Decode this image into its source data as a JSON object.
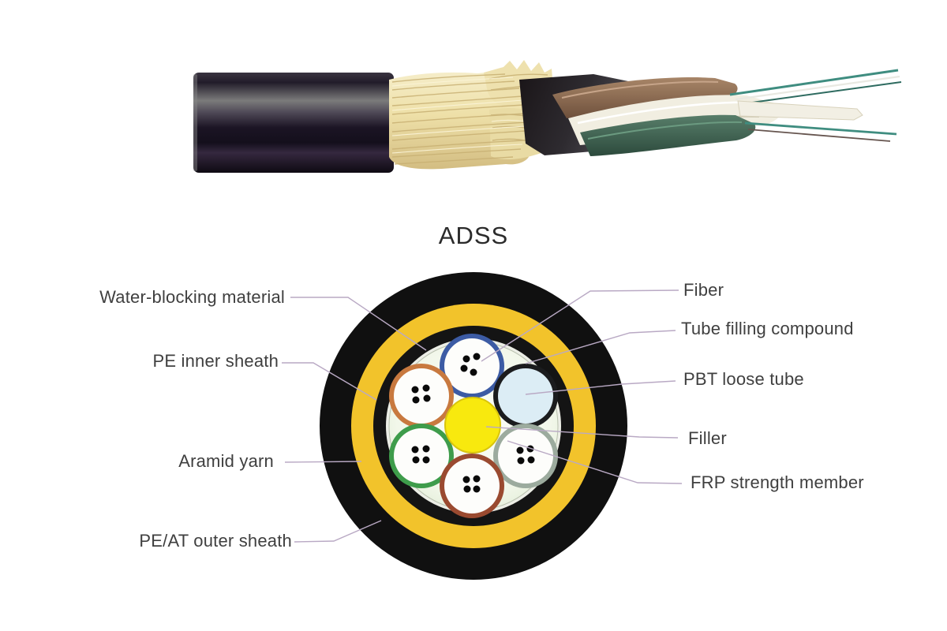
{
  "title": "ADSS",
  "diagram": {
    "title": "ADSS",
    "labels_left": [
      {
        "text": "Water-blocking material"
      },
      {
        "text": "PE inner sheath"
      },
      {
        "text": "Aramid yarn"
      },
      {
        "text": "PE/AT outer sheath"
      }
    ],
    "labels_right": [
      {
        "text": "Fiber"
      },
      {
        "text": "Tube filling compound"
      },
      {
        "text": "PBT loose tube"
      },
      {
        "text": "Filler"
      },
      {
        "text": "FRP strength member"
      }
    ],
    "colors": {
      "outer_sheath_black": "#101010",
      "aramid_yellow": "#f2c32b",
      "inner_sheath_black": "#141414",
      "silver_ring": "#eceee6",
      "frp_center_yellow": "#f8e90e",
      "tube_blue": "#3c5ba4",
      "tube_orange": "#c8793f",
      "tube_black": "#1b1c1e",
      "tube_green": "#3e9c4b",
      "tube_gray": "#9cab9e",
      "tube_brown": "#9a4a30",
      "filler_interior": "#dcedf5",
      "fiber_dot": "#0a0a0a",
      "leader_line": "#b9a9c4"
    }
  }
}
